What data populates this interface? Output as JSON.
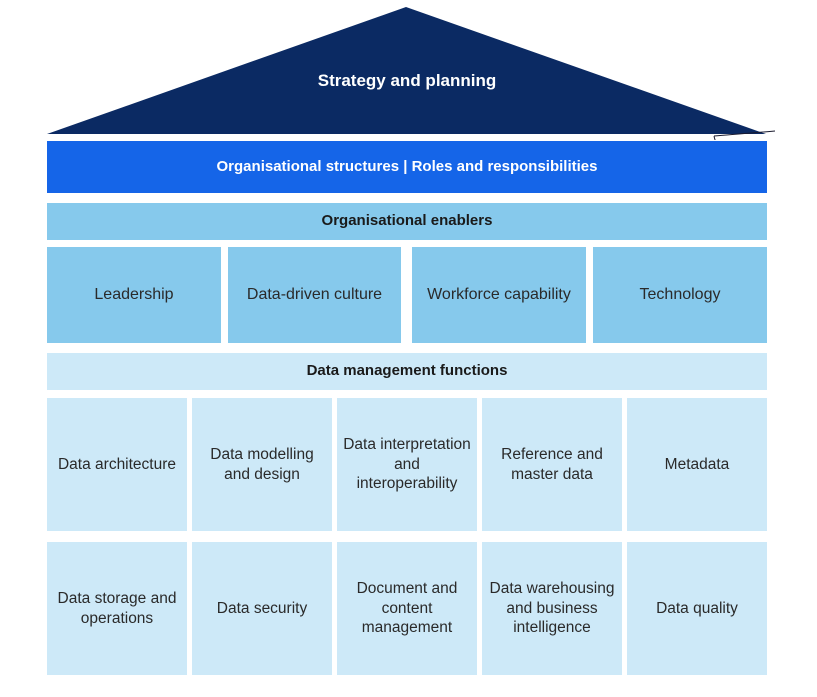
{
  "roof": {
    "title": "Strategy and planning",
    "color": "#0b2a63"
  },
  "structures_band": {
    "label": "Organisational structures | Roles and responsibilities",
    "color": "#1565e8"
  },
  "enablers": {
    "title": "Organisational enablers",
    "color": "#86c9ec",
    "items": [
      "Leadership",
      "Data-driven culture",
      "Workforce capability",
      "Technology"
    ]
  },
  "functions": {
    "title": "Data management functions",
    "color": "#cde9f8",
    "row1": [
      "Data architecture",
      "Data modelling and design",
      "Data interpretation and interoperability",
      "Reference and master data",
      "Metadata"
    ],
    "row2": [
      "Data storage and operations",
      "Data security",
      "Document and content management",
      "Data warehousing and business intelligence",
      "Data quality"
    ]
  }
}
